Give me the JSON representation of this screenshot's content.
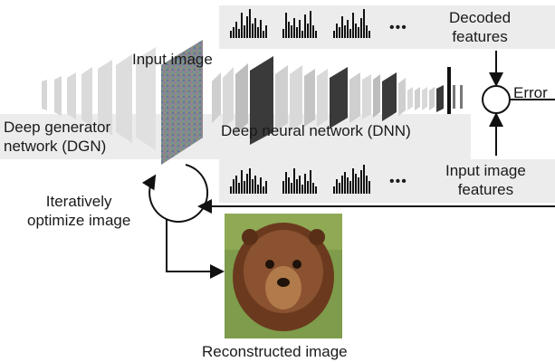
{
  "labels": {
    "input_image": "Input image",
    "dgn_line1": "Deep generator",
    "dgn_line2": "network (DGN)",
    "dnn": "Deep neural network (DNN)",
    "decoded_line1": "Decoded",
    "decoded_line2": "features",
    "error": "Error",
    "input_features_line1": "Input image",
    "input_features_line2": "features",
    "iterative_line1": "Iteratively",
    "iterative_line2": "optimize image",
    "reconstructed": "Reconstructed image",
    "ellipsis_top": "•••",
    "ellipsis_bottom": "•••"
  },
  "colors": {
    "panel": "#ececec",
    "layer_light": "#d9d9d9",
    "layer_dark": "#3a3a3a",
    "bars": "#111111",
    "arrow": "#111111"
  }
}
